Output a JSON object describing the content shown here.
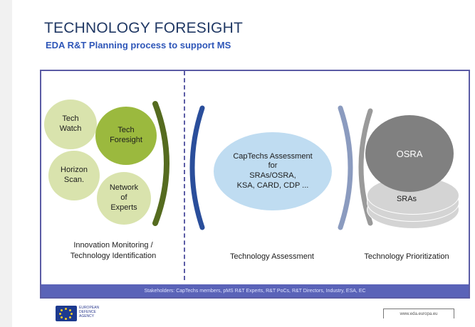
{
  "header": {
    "title": "TECHNOLOGY FORESIGHT",
    "subtitle": "EDA R&T Planning process to support MS"
  },
  "innovation": {
    "bubbles": {
      "tech_watch": "Tech\nWatch",
      "horizon_scan": "Horizon\nScan.",
      "tech_foresight": "Tech\nForesight",
      "network_experts": "Network\nof\nExperts"
    },
    "label": "Innovation Monitoring /\nTechnology Identification"
  },
  "assessment": {
    "ellipse_text": "CapTechs Assessment\nfor\nSRAs/OSRA,\nKSA, CARD, CDP ...",
    "label": "Technology Assessment"
  },
  "prioritization": {
    "top_disk": "OSRA",
    "stack_label": "SRAs",
    "label": "Technology Prioritization"
  },
  "footer": {
    "stakeholders": "Stakeholders: CapTechs members, pMS R&T Experts, R&T PoCs, R&T Directors, Industry, ESA, EC",
    "logo_text": "EUROPEAN\nDEFENCE\nAGENCY",
    "url": "www.eda.europa.eu"
  },
  "colors": {
    "title": "#203864",
    "subtitle": "#2e56b8",
    "frame": "#5b5ca5",
    "pale_green": "#d9e3ad",
    "green": "#9bb93e",
    "dark_green": "#556b1f",
    "light_blue": "#bfdcf1",
    "arc_blue": "#2a4e9b",
    "arc_slate": "#8b9bbf",
    "gray": "#808080",
    "light_gray": "#d4d4d4"
  }
}
